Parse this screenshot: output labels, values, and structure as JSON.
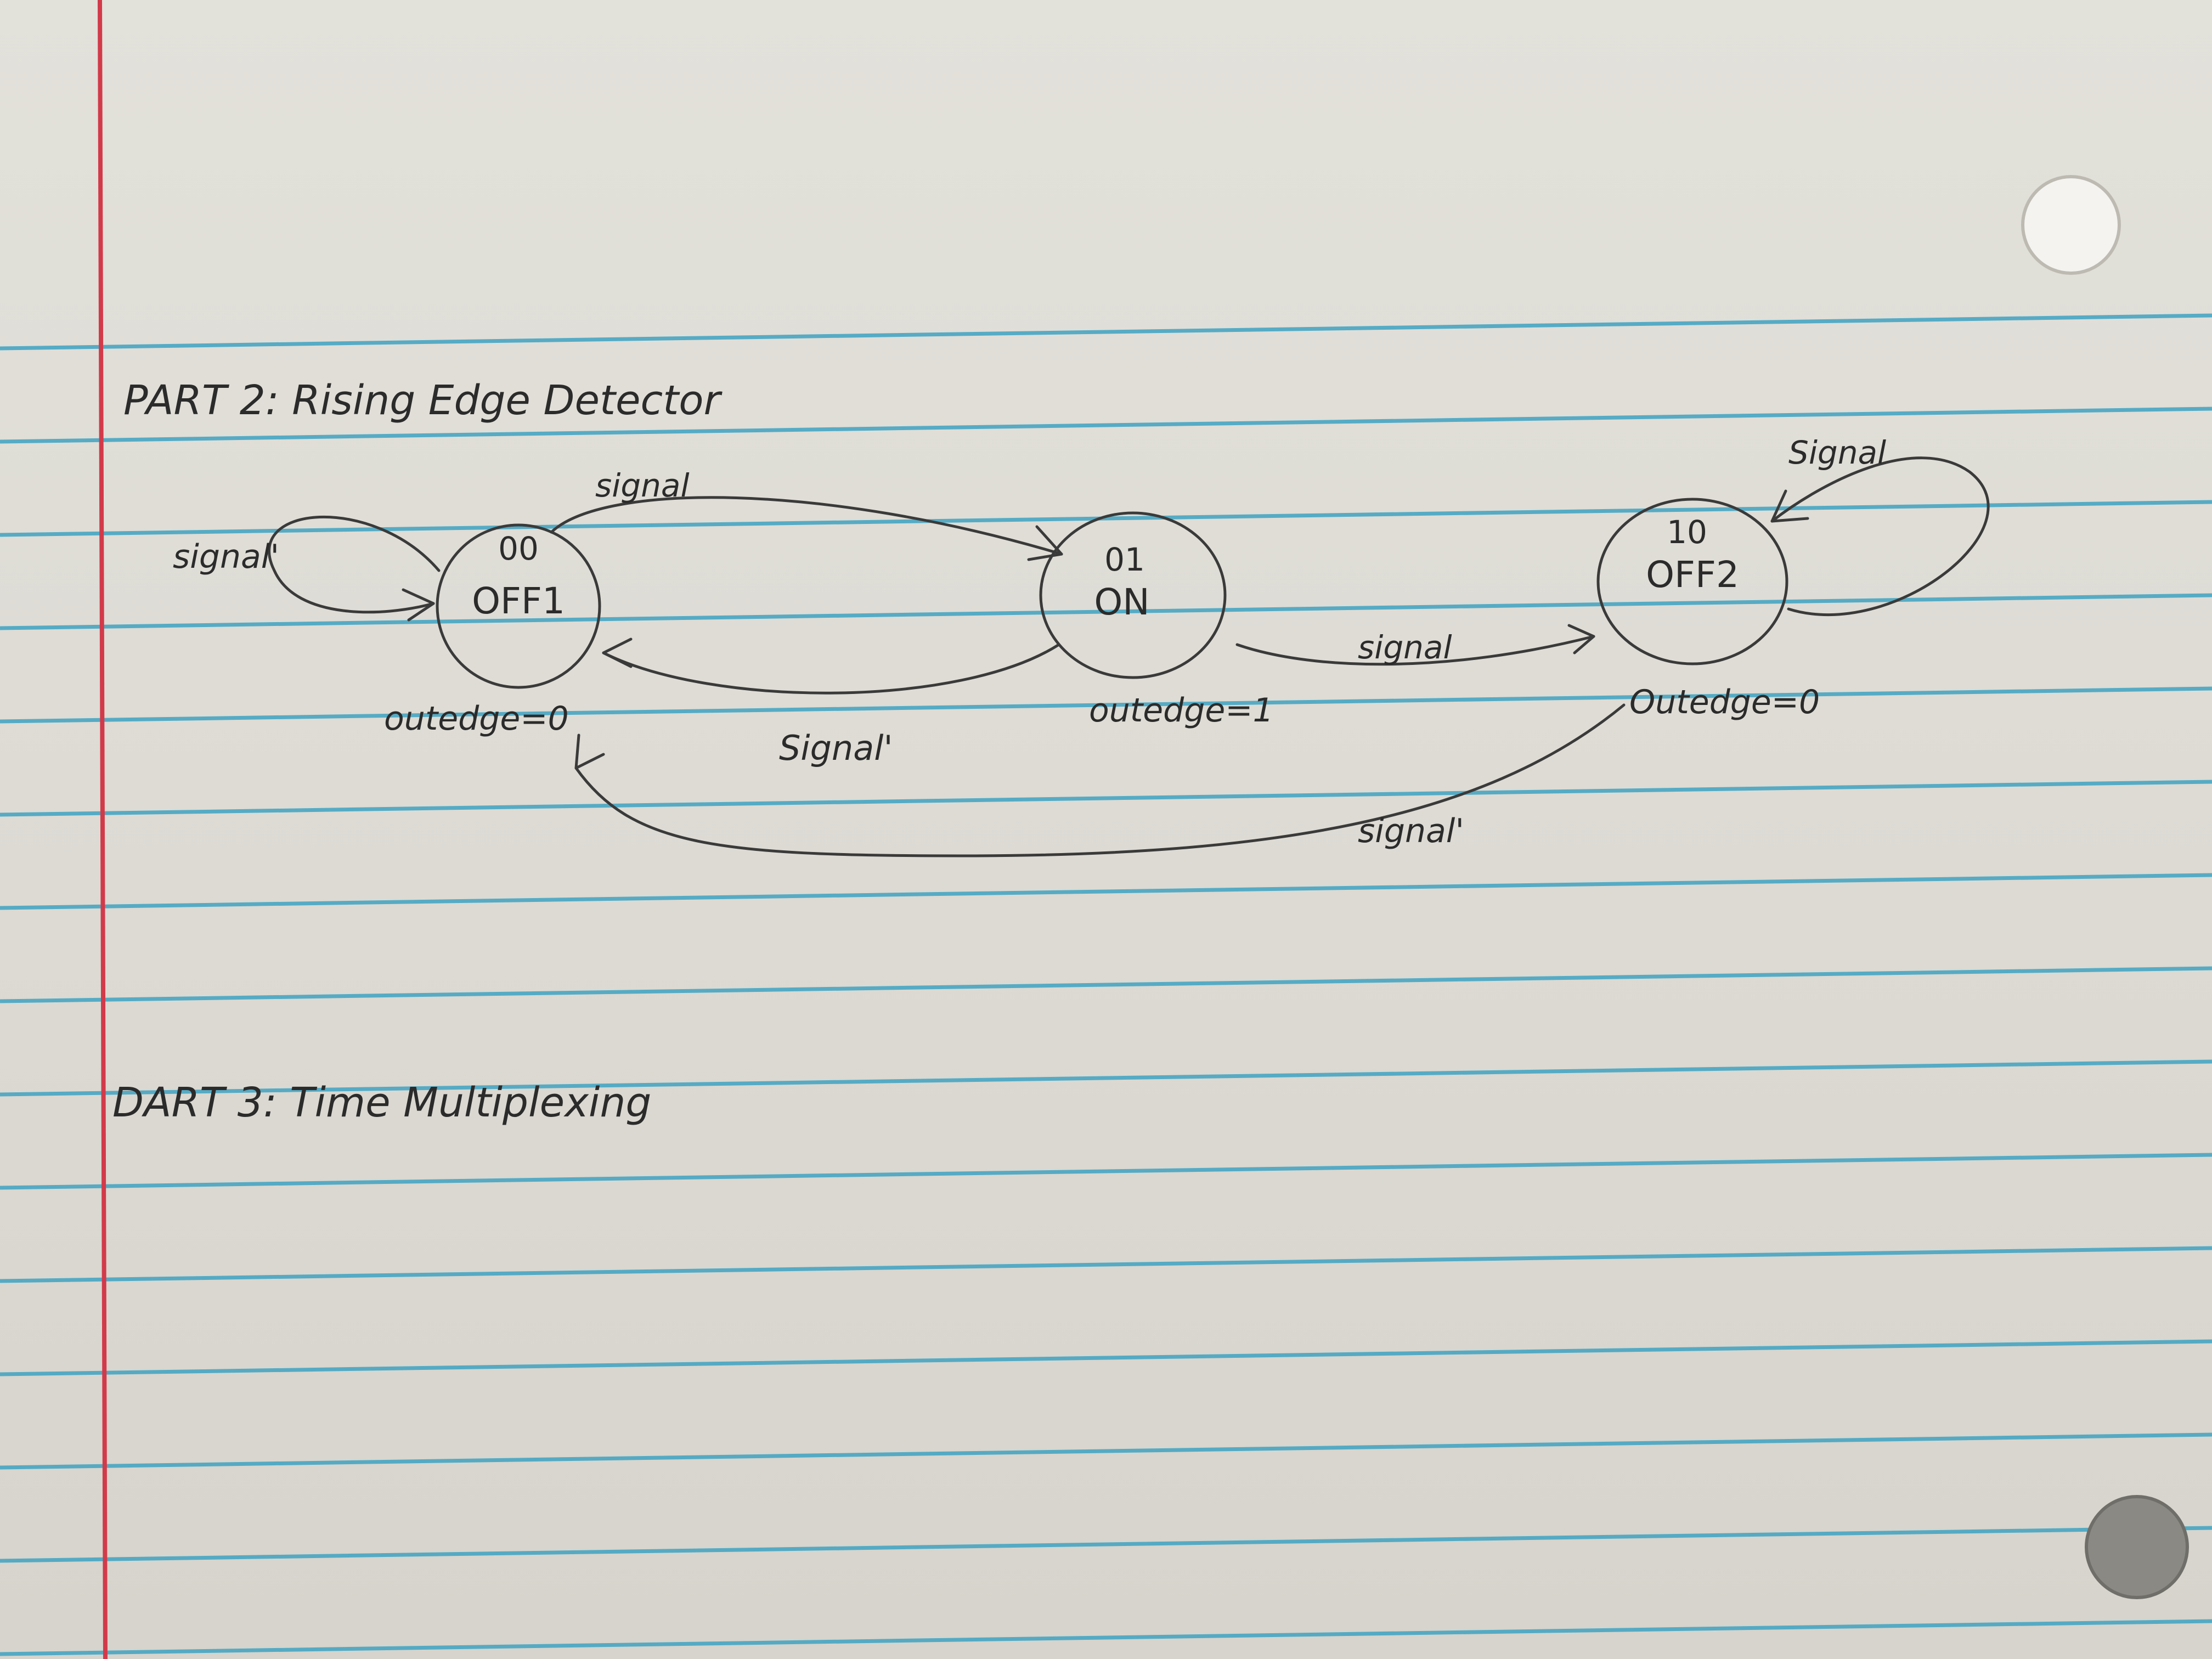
{
  "headings": {
    "part2": "PART 2: Rising Edge Detector",
    "part3": "DART 3: Time Multiplexing"
  },
  "states": {
    "off1": {
      "code": "00",
      "name": "OFF1",
      "output": "outedge=0"
    },
    "on": {
      "code": "01",
      "name": "ON",
      "output": "outedge=1"
    },
    "off2": {
      "code": "10",
      "name": "OFF2",
      "output": "Outedge=0"
    }
  },
  "transitions": {
    "off1_self": "signal'",
    "off1_to_on": "signal",
    "on_to_off1": "Signal'",
    "on_to_off2": "signal",
    "off2_self": "Signal",
    "off2_to_off1": "signal'"
  },
  "colors": {
    "paper": "#e2e1da",
    "rule_line": "#3fa3c2",
    "margin_line": "#d23a4a",
    "ink": "#2b2b2b"
  }
}
